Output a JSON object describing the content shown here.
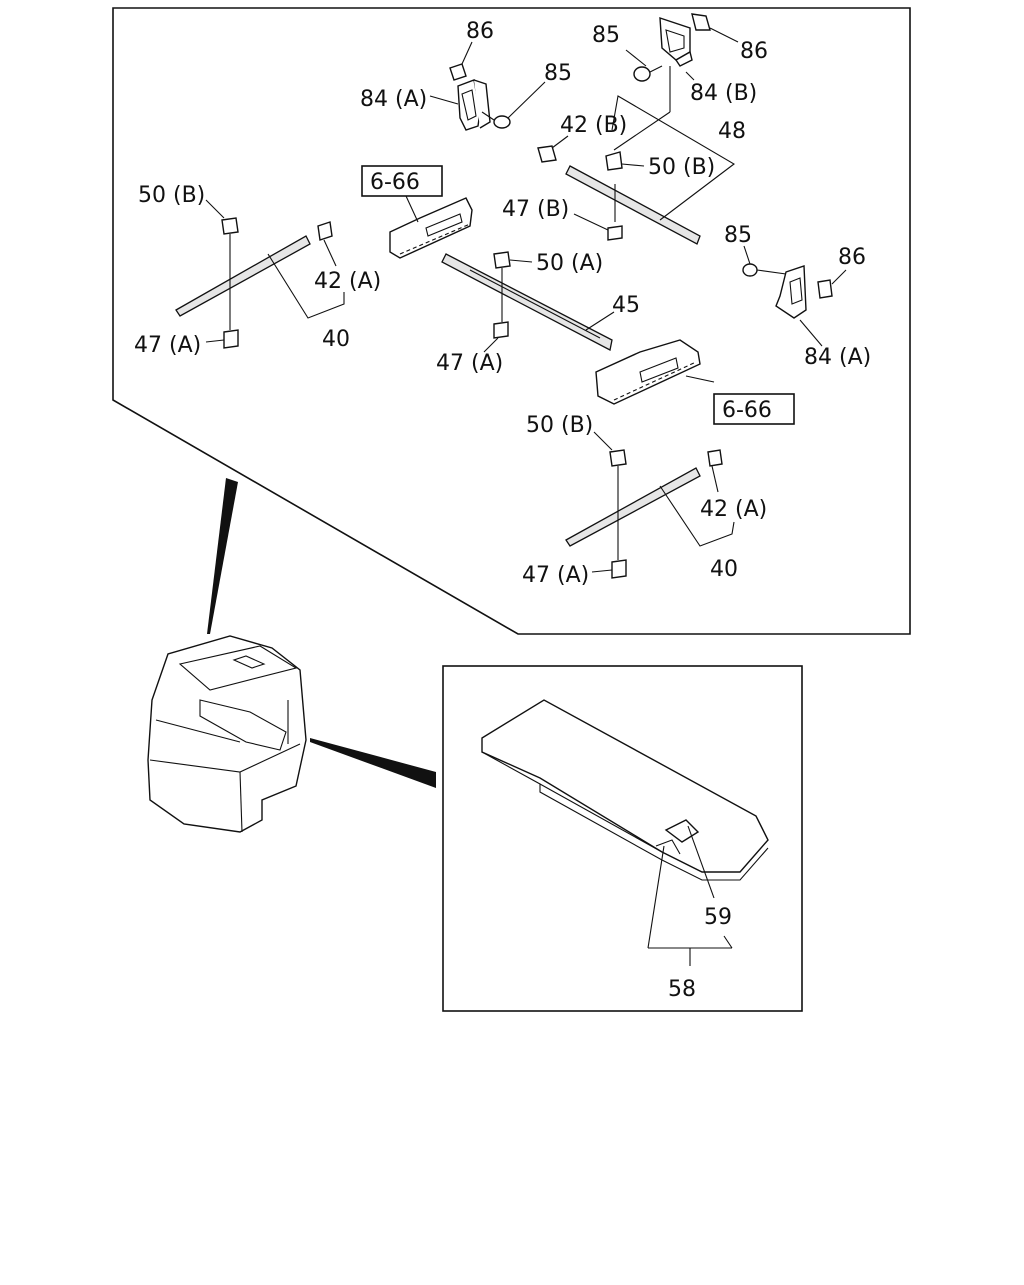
{
  "labels": {
    "l86a": "86",
    "l85a": "85",
    "l84a1": "84 (A)",
    "l85b": "85",
    "l86b": "86",
    "l84b": "84 (B)",
    "l42b": "42 (B)",
    "l48": "48",
    "l50b_top": "50 (B)",
    "l50b_left": "50 (B)",
    "l66a": "6-66",
    "l47b": "47 (B)",
    "l85c": "85",
    "l86c": "86",
    "l50a": "50 (A)",
    "l42a_left": "42 (A)",
    "l45": "45",
    "l40_left": "40",
    "l47a_left": "47 (A)",
    "l47a_mid": "47 (A)",
    "l84a2": "84 (A)",
    "l66b": "6-66",
    "l50b_low": "50 (B)",
    "l42a_low": "42 (A)",
    "l47a_low": "47 (A)",
    "l40_low": "40",
    "l59": "59",
    "l58": "58"
  }
}
